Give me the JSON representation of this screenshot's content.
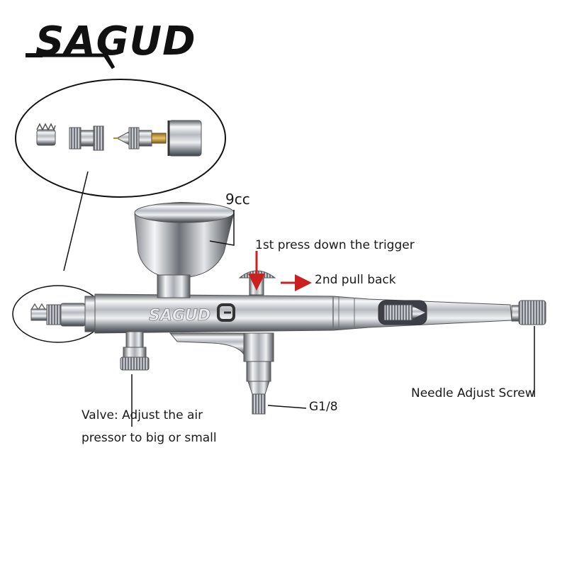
{
  "brand": {
    "logo_text": "SAGUD",
    "body_engraving": "SAGUD"
  },
  "labels": {
    "cup": "9cc",
    "step1": "1st press down the trigger",
    "step2": "2nd pull back",
    "needle_screw": "Needle Adjust Screw",
    "thread": "G1/8",
    "valve_line1": "Valve: Adjust the air",
    "valve_line2": "pressor to big or small"
  },
  "colors": {
    "chrome_dark": "#6e7278",
    "chrome_mid": "#c9ccd1",
    "chrome_light": "#f4f5f7",
    "arrow_red": "#cc1f1f",
    "line_black": "#111111",
    "brass": "#c79a3a"
  },
  "icons": [
    "trigger-arrow-icon",
    "pull-back-arrow-icon"
  ]
}
